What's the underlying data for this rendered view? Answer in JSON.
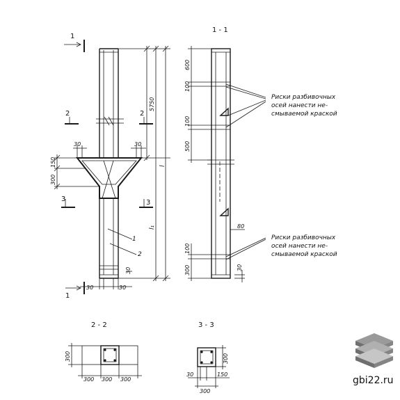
{
  "sections": {
    "s11": "1 - 1",
    "s22": "2 - 2",
    "s33": "3 - 3"
  },
  "markers": {
    "m1": "1",
    "m2": "2",
    "m3": "3"
  },
  "callouts": {
    "c1": "1",
    "c2": "2"
  },
  "left_dims": {
    "d5750": "5750",
    "l": "l",
    "l1": "l₁",
    "d150": "150",
    "d300": "300",
    "d30a": "30",
    "d30b": "30",
    "d30c": "30",
    "d30d": "30",
    "d30e": "30"
  },
  "right_dims": {
    "d600": "600",
    "d100a": "100",
    "d100b": "100",
    "d500": "500",
    "d100c": "100",
    "d300": "300",
    "d80": "80",
    "d30": "30"
  },
  "notes": {
    "top": [
      "Риски разбивочных",
      "осей нанести не-",
      "смываемой краской"
    ],
    "bottom": [
      "Риски разбивочных",
      "осей нанести не-",
      "смываемой краской"
    ]
  },
  "sec22": {
    "h": "300",
    "w1": "300",
    "w2": "300",
    "w3": "300"
  },
  "sec33": {
    "h": "300",
    "a": "30",
    "b": "150",
    "w": "300"
  },
  "watermark": "gbi22.ru"
}
